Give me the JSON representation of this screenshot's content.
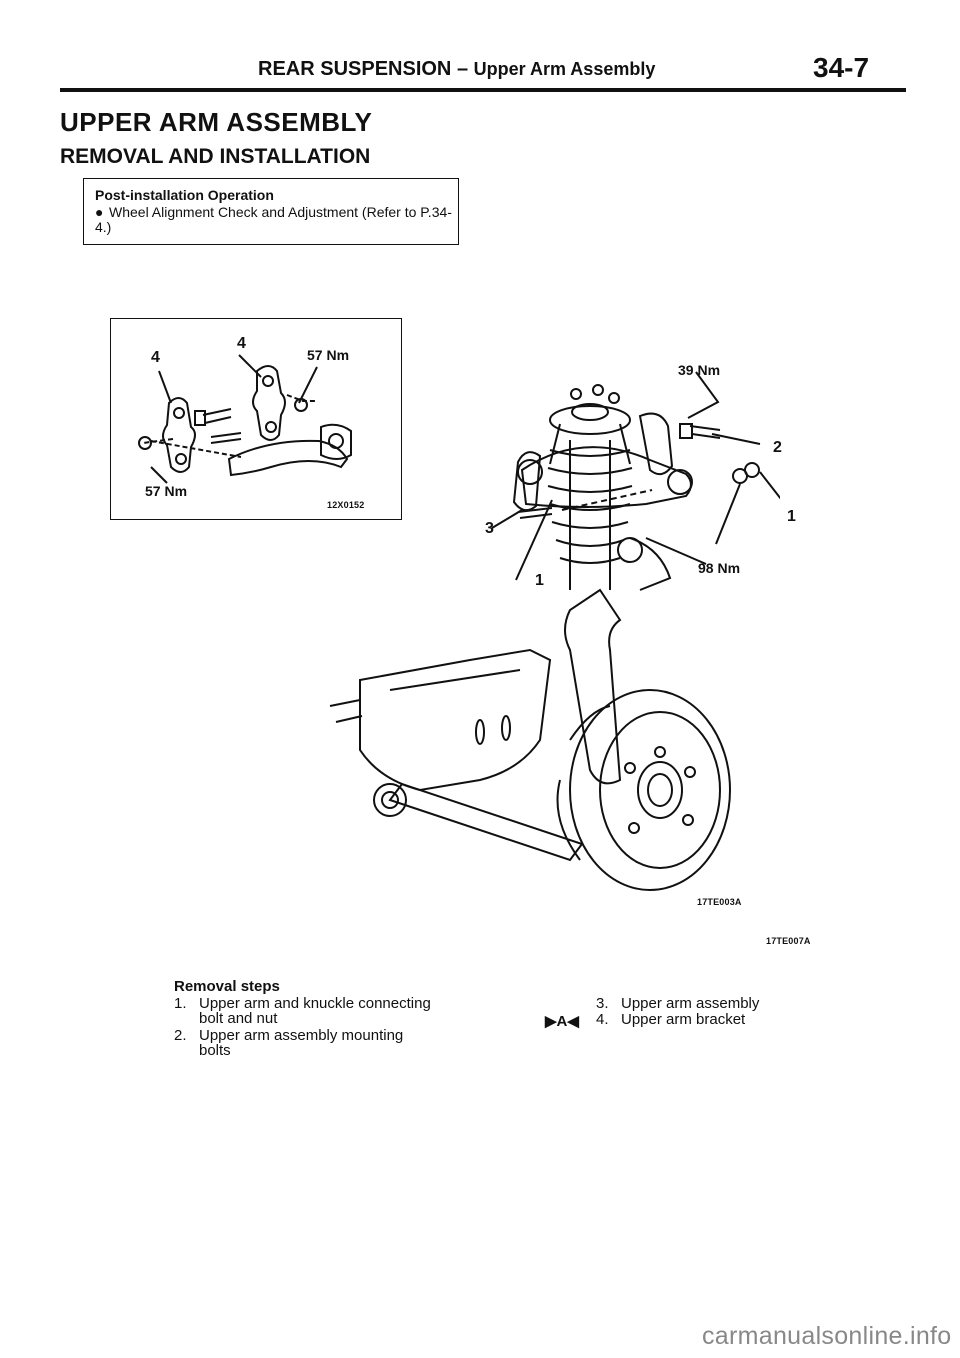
{
  "header": {
    "section": "REAR SUSPENSION",
    "dash": "–",
    "subsection": "Upper Arm Assembly",
    "page_number": "34-7"
  },
  "title": "UPPER ARM ASSEMBLY",
  "subtitle": "REMOVAL AND INSTALLATION",
  "post_installation": {
    "heading": "Post-installation Operation",
    "items": [
      {
        "bullet": "●",
        "text": "Wheel Alignment Check and Adjustment (Refer to P.34-4.)"
      }
    ]
  },
  "inset_diagram": {
    "labels": {
      "item4_left": "4",
      "item4_center": "4",
      "torque_top": "57 Nm",
      "torque_bottom": "57 Nm"
    },
    "code": "12X0152"
  },
  "main_diagram": {
    "labels": {
      "torque_39": "39 Nm",
      "callout_2": "2",
      "callout_1_right": "1",
      "callout_3": "3",
      "callout_1_left": "1",
      "torque_98": "98 Nm"
    },
    "code_inner": "17TE003A",
    "code_outer": "17TE007A"
  },
  "removal": {
    "heading": "Removal steps",
    "steps_left": [
      {
        "num": "1.",
        "line1": "Upper arm and knuckle connecting",
        "line2": "bolt and nut"
      },
      {
        "num": "2.",
        "line1": "Upper arm assembly mounting",
        "line2": "bolts"
      }
    ],
    "steps_right": [
      {
        "num": "3.",
        "line1": "Upper arm assembly"
      },
      {
        "num": "4.",
        "line1": "Upper arm bracket"
      }
    ],
    "service_mark": "▶A◀"
  },
  "watermark": "carmanualsonline.info"
}
